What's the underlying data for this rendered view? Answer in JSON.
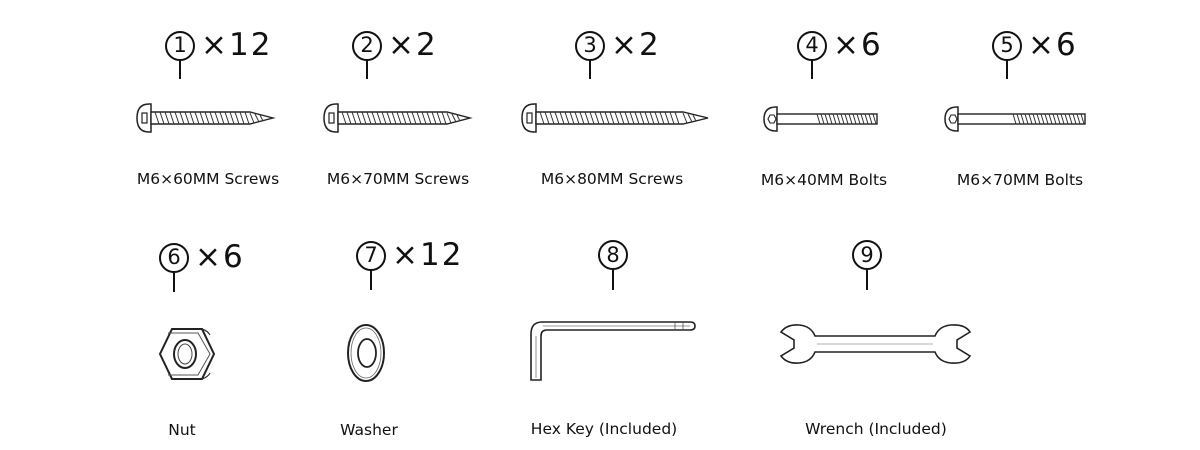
{
  "parts": [
    {
      "number": "1",
      "quantity": "×12",
      "label": "M6×60MM Screws",
      "icon": "screw-icon"
    },
    {
      "number": "2",
      "quantity": "×2",
      "label": "M6×70MM Screws",
      "icon": "screw-icon"
    },
    {
      "number": "3",
      "quantity": "×2",
      "label": "M6×80MM Screws",
      "icon": "screw-icon"
    },
    {
      "number": "4",
      "quantity": "×6",
      "label": "M6×40MM Bolts",
      "icon": "bolt-icon"
    },
    {
      "number": "5",
      "quantity": "×6",
      "label": "M6×70MM Bolts",
      "icon": "bolt-icon"
    },
    {
      "number": "6",
      "quantity": "×6",
      "label": "Nut",
      "icon": "nut-icon"
    },
    {
      "number": "7",
      "quantity": "×12",
      "label": "Washer",
      "icon": "washer-icon"
    },
    {
      "number": "8",
      "quantity": "",
      "label": "Hex Key (Included)",
      "icon": "hex-key-icon"
    },
    {
      "number": "9",
      "quantity": "",
      "label": "Wrench (Included)",
      "icon": "wrench-icon"
    }
  ]
}
